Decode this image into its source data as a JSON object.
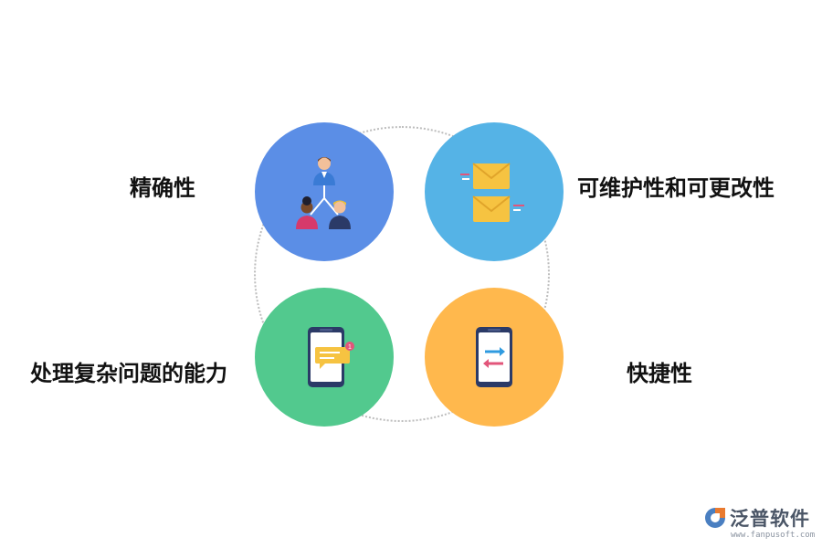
{
  "items": [
    {
      "label": "精确性",
      "icon": "org-chart-icon",
      "color": "#5b8ee6"
    },
    {
      "label": "可维护性和可更改性",
      "icon": "envelopes-icon",
      "color": "#55b3e6"
    },
    {
      "label": "处理复杂问题的能力",
      "icon": "phone-message-icon",
      "color": "#52c98e"
    },
    {
      "label": "快捷性",
      "icon": "phone-transfer-icon",
      "color": "#ffb84d"
    }
  ],
  "logo": {
    "name": "泛普软件",
    "url": "www.fanpusoft.com"
  }
}
